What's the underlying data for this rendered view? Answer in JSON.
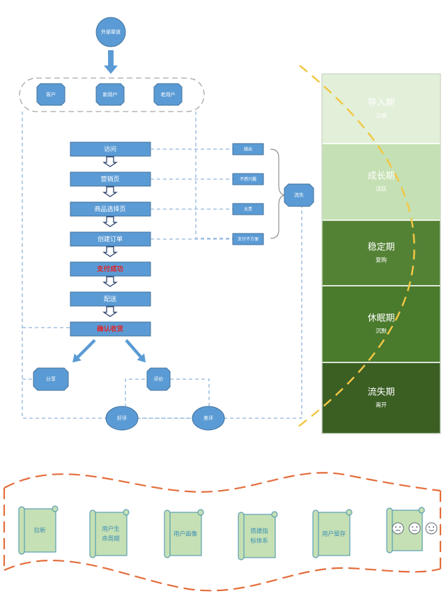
{
  "flow": {
    "source": "外部渠道",
    "users": [
      "客户",
      "新用户",
      "老用户"
    ],
    "steps": [
      {
        "label": "访问",
        "color": "#ffffff"
      },
      {
        "label": "营销页",
        "color": "#ffffff"
      },
      {
        "label": "商品选择页",
        "color": "#ffffff"
      },
      {
        "label": "创建订单",
        "color": "#ffffff"
      },
      {
        "label": "支付成功",
        "color": "#e0262a"
      },
      {
        "label": "配送",
        "color": "#ffffff"
      },
      {
        "label": "确认收货",
        "color": "#e0262a"
      }
    ],
    "reasons": [
      "跳出",
      "不感兴趣",
      "太贵",
      "支付不方便"
    ],
    "churn": "流失",
    "share": "分享",
    "review": "评价",
    "good": "好评",
    "bad": "差评"
  },
  "lifecycle": [
    {
      "stage": "导入期",
      "sub": "注册",
      "color": "#e2efd9",
      "text": "#ffffff"
    },
    {
      "stage": "成长期",
      "sub": "活跃",
      "color": "#c5e0b4",
      "text": "#ffffff"
    },
    {
      "stage": "稳定期",
      "sub": "复购",
      "color": "#548235",
      "text": "#ffffff"
    },
    {
      "stage": "休眠期",
      "sub": "沉默",
      "color": "#4a7a2c",
      "text": "#ffffff"
    },
    {
      "stage": "流失期",
      "sub": "离开",
      "color": "#3b5e23",
      "text": "#ffffff"
    }
  ],
  "topics": [
    "拉新",
    "用户生命周期",
    "用户画像",
    "搭建指标体系",
    "用户留存"
  ],
  "colors": {
    "box": "#5b9bd5",
    "box_stroke": "#41719c",
    "dash_blue": "#8fb4dc",
    "yellow": "#f2c744",
    "orange": "#e46c3a",
    "scroll_fill": "#c5e0b4",
    "scroll_stroke": "#5a9fb0",
    "scroll_text": "#3c8fb5"
  }
}
